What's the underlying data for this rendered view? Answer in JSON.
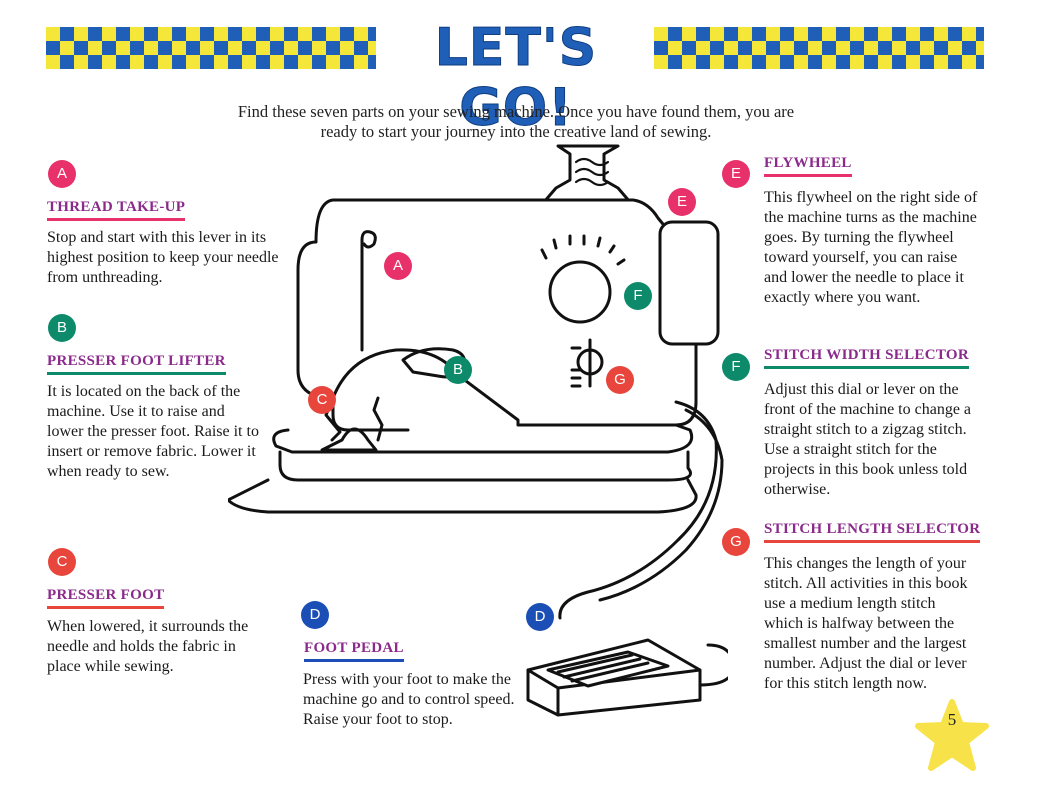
{
  "title": "LET'S GO!",
  "intro": "Find these seven parts on your sewing machine. Once you have found them, you are ready to start your journey into the creative land of sewing.",
  "parts": {
    "a": {
      "letter": "A",
      "heading": "THREAD TAKE-UP",
      "text": "Stop and start with this lever in its highest position to keep your needle from unthreading.",
      "color": "#e8306a"
    },
    "b": {
      "letter": "B",
      "heading": "PRESSER FOOT LIFTER",
      "text": "It is located on the back of the machine. Use it to raise and lower the presser foot. Raise it to insert or remove fabric. Lower it when ready to sew.",
      "color": "#0c8a6a"
    },
    "c": {
      "letter": "C",
      "heading": "PRESSER FOOT",
      "text": "When lowered, it surrounds the needle and holds the fabric in place while sewing.",
      "color": "#e8463c"
    },
    "d": {
      "letter": "D",
      "heading": "FOOT PEDAL",
      "text": "Press with your foot to make the machine go and to control speed. Raise your foot to stop.",
      "color": "#1b4fb5"
    },
    "e": {
      "letter": "E",
      "heading": "FLYWHEEL",
      "text": "This flywheel on the right side of the machine turns as the machine goes. By turning the flywheel toward yourself, you can raise and lower the needle to place it exactly where you want.",
      "color": "#e8306a"
    },
    "f": {
      "letter": "F",
      "heading": "STITCH WIDTH SELECTOR",
      "text": "Adjust this dial or lever on the front of the machine to change a straight stitch to a zigzag stitch. Use a straight stitch for the projects in this book unless told otherwise.",
      "color": "#0c8a6a"
    },
    "g": {
      "letter": "G",
      "heading": "STITCH LENGTH SELECTOR",
      "text": "This changes the length of your stitch. All activities in this book use a medium length stitch which is halfway between the smallest number and the largest number. Adjust the dial or lever for this stitch length now.",
      "color": "#e8463c"
    }
  },
  "page_number": "5"
}
